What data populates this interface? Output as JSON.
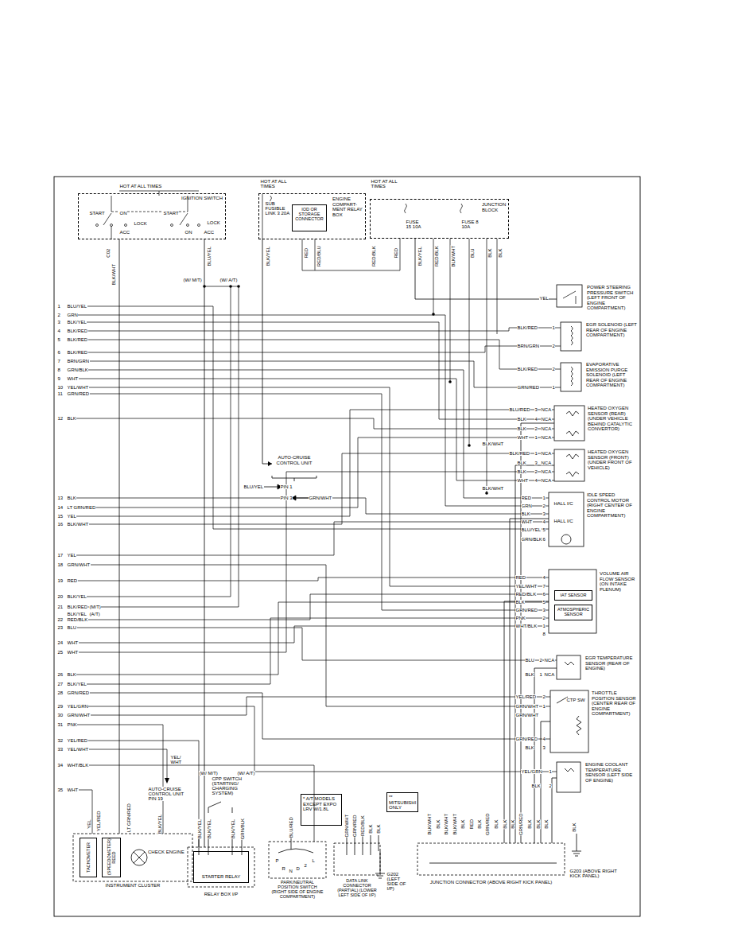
{
  "diagram": {
    "nodes": [
      {
        "text": [
          "IGNITION SWITCH"
        ]
      },
      {
        "text": [
          "ENGINE COMPART- MENT RELAY BOX"
        ]
      },
      {
        "text": [
          "IOD OR STORAGE CONNECTOR"
        ],
        "in": 1
      },
      {
        "text": [
          "JUNCTION BLOCK"
        ]
      },
      {
        "text": [
          "POWER STEERING PRESSURE SWITCH (LEFT FRONT OF ENGINE COMPARTMENT)"
        ]
      },
      {
        "text": [
          "EGR SOLENOID (LEFT REAR OF ENGINE COMPARTMENT)"
        ]
      },
      {
        "text": [
          "EVAPORATIVE EMISSION PURGE SOLENOID (LEFT REAR OF ENGINE COMPARTMENT)"
        ]
      },
      {
        "text": [
          "HEATED OXYGEN SENSOR (REAR) (UNDER VEHICLE BEHIND CATALYTIC CONVERTOR)"
        ]
      },
      {
        "text": [
          "HEATED OXYGEN SENSOR (FRONT) (UNDER FRONT OF VEHICLE)"
        ]
      },
      {
        "text": [
          "IDLE SPEED CONTROL MOTOR (RIGHT CENTER OF ENGINE COMPARTMENT)"
        ]
      },
      {
        "text": [
          "VOLUME AIR FLOW SENSOR (ON INTAKE PLENUM)"
        ]
      },
      {
        "text": [
          "IAT SENSOR"
        ],
        "in": 10
      },
      {
        "text": [
          "ATMOSPHERIC SENSOR"
        ],
        "in": 10
      },
      {
        "text": [
          "EGR TEMPERATURE SENSOR (REAR OF ENGINE)"
        ]
      },
      {
        "text": [
          "THROTTLE POSITION SENSOR (CENTER REAR OF ENGINE COMPARTMENT)"
        ]
      },
      {
        "text": [
          "ENGINE COOLANT TEMPERATURE SENSOR (LEFT SIDE OF ENGINE)"
        ]
      },
      {
        "text": [
          "AUTO-CRUISE CONTROL UNIT"
        ]
      },
      {
        "text": [
          "INSTRUMENT CLUSTER"
        ]
      },
      {
        "text": [
          "TACHOMETER"
        ],
        "in": 17
      },
      {
        "text": [
          "(SPEEDOMETER) REED"
        ],
        "in": 17
      },
      {
        "text": [
          "CHECK ENGINE"
        ],
        "in": 17
      },
      {
        "text": [
          "RELAY BOX I/P"
        ]
      },
      {
        "text": [
          "STARTER RELAY"
        ],
        "in": 21
      },
      {
        "text": [
          "* A/T MODELS EXCEPT EXPO LRV W/1.8L"
        ]
      },
      {
        "text": [
          "PARK/NEUTRAL POSITION SWITCH (RIGHT SIDE OF ENGINE COMPARTMENT)"
        ]
      },
      {
        "text": [
          "** MITSUBISHI ONLY"
        ]
      },
      {
        "text": [
          "DATA LINK CONNECTOR (PARTIAL) (LOWER LEFT SIDE OF I/P)"
        ]
      },
      {
        "text": [
          "JUNCTION CONNECTOR (ABOVE RIGHT KICK PANEL)"
        ]
      }
    ],
    "edges": [
      {
        "from": 7,
        "to": 27,
        "arrow": "none"
      },
      {
        "from": 8,
        "to": 27,
        "arrow": "none"
      },
      {
        "from": 9,
        "to": 27,
        "arrow": "none"
      },
      {
        "from": 10,
        "to": 27,
        "arrow": "none"
      },
      {
        "from": 13,
        "to": 27,
        "arrow": "none"
      },
      {
        "from": 14,
        "to": 27,
        "arrow": "none"
      },
      {
        "from": 15,
        "to": 27,
        "arrow": "none"
      },
      {
        "from": 0,
        "to": 21,
        "arrow": "none"
      },
      {
        "from": 0,
        "to": 17,
        "arrow": "none"
      },
      {
        "from": 3,
        "to": 4,
        "arrow": "none"
      },
      {
        "from": 1,
        "to": 16,
        "arrow": "to"
      }
    ],
    "labels": [
      "HOT AT ALL TIMES",
      "START",
      "ON",
      "LOCK",
      "ACC",
      "START",
      "ON",
      "LOCK",
      "ACC",
      "HOT AT ALL TIMES",
      "SUB FUSIBLE LINK 3 20A",
      "HOT AT ALL TIMES",
      "FUSE 15 10A",
      "FUSE 8 10A",
      "C02",
      "BLK/WHT",
      "BLU/YEL",
      "(W/ M/T)",
      "(W/ A/T)",
      "BLK/YEL",
      "RED",
      "RED/BLU",
      "RED/BLK",
      "RED",
      "BLK/YEL",
      "RED/BLK",
      "BLK/WHT",
      "BLU",
      "BLK",
      "BLK",
      "1",
      "BLU/YEL",
      "2",
      "GRN",
      "3",
      "BLK/YEL",
      "4",
      "BLK/RED",
      "5",
      "BLK/RED",
      "6",
      "BLK/RED",
      "7",
      "BRN/GRN",
      "8",
      "GRN/BLK",
      "9",
      "WHT",
      "10",
      "YEL/WHT",
      "11",
      "GRN/RED",
      "12",
      "BLK",
      "13",
      "BLK",
      "14",
      "LT GRN/RED",
      "15",
      "YEL",
      "16",
      "BLK/WHT",
      "17",
      "YEL",
      "18",
      "GRN/WHT",
      "19",
      "RED",
      "20",
      "BLK/YEL",
      "21",
      "BLK/RED",
      "(M/T)",
      "BLK/YEL",
      "(A/T)",
      "22",
      "RED/BLK",
      "23",
      "BLU",
      "24",
      "WHT",
      "25",
      "WHT",
      "26",
      "BLK",
      "27",
      "BLK/YEL",
      "28",
      "GRN/RED",
      "29",
      "YEL/GRN",
      "30",
      "GRN/WHT",
      "31",
      "PNK",
      "32",
      "YEL/RED",
      "33",
      "YEL/WHT",
      "34",
      "WHT/BLK",
      "35",
      "WHT",
      "YEL",
      "BLK/RED",
      "1",
      "BRN/GRN",
      "2",
      "BLK/RED",
      "2",
      "GRN/RED",
      "1",
      "BLU/RED",
      "3",
      "NCA",
      "BLK",
      "4",
      "NCA",
      "BLK",
      "2",
      "NCA",
      "WHT",
      "1",
      "NCA",
      "BLK/WHT",
      "BLK/RED",
      "1",
      "NCA",
      "BLK",
      "3",
      "NCA",
      "BLK",
      "2",
      "NCA",
      "WHT",
      "4",
      "NCA",
      "BLK/WHT",
      "RED",
      "1",
      "GRN",
      "2",
      "BLK",
      "3",
      "WHT",
      "4",
      "BLU/YEL",
      "5",
      "GRN/BLK",
      "6",
      "HALL I/C",
      "HALL I/C",
      "RED",
      "4",
      "YEL/WHT",
      "7",
      "RED/BLK",
      "6",
      "BLK",
      "5",
      "GRN/RED",
      "3",
      "PNK",
      "2",
      "WHT/BLK",
      "1",
      "8",
      "BLU",
      "2",
      "NCA",
      "BLK",
      "1",
      "NCA",
      "YEL/RED",
      "2",
      "GRN/WHT",
      "1",
      "GRN/WHT",
      "GRN/RED",
      "4",
      "BLK",
      "3",
      "CTP SW",
      "YEL/GRN",
      "1",
      "BLK",
      "2",
      "BLU/YEL",
      "PIN 1",
      "PIN 3",
      "GRN/WHT",
      "YEL",
      "YEL/RED",
      "LT GRN/RED",
      "BLK/YEL",
      "YEL/ WHT",
      "AUTO-CRUISE CONTROL UNIT PIN 19",
      "(W/ M/T)",
      "(W/ A/T)",
      "CPP SWITCH (STARTING/ CHARGING SYSTEM)",
      "BLK/YEL",
      "BLK/YEL",
      "BLK/YEL",
      "GRN/BLK",
      "BLU/RED",
      "P",
      "R",
      "N",
      "D",
      "2",
      "L",
      "GRN/WHT",
      "GRN/RED",
      "RED/BLK",
      "BLK",
      "BLK",
      "G202 (LEFT SIDE OF I/P)",
      "BLK/WHT",
      "BLK",
      "BLK/WHT",
      "BLK/WHT",
      "BLK",
      "RED",
      "BLK",
      "GRN/RED",
      "BLK",
      "BLK",
      "BLK",
      "GRN/RED",
      "BLK",
      "BLK",
      "BLK",
      "BLK",
      "G203 (ABOVE RIGHT KICK PANEL)"
    ]
  }
}
